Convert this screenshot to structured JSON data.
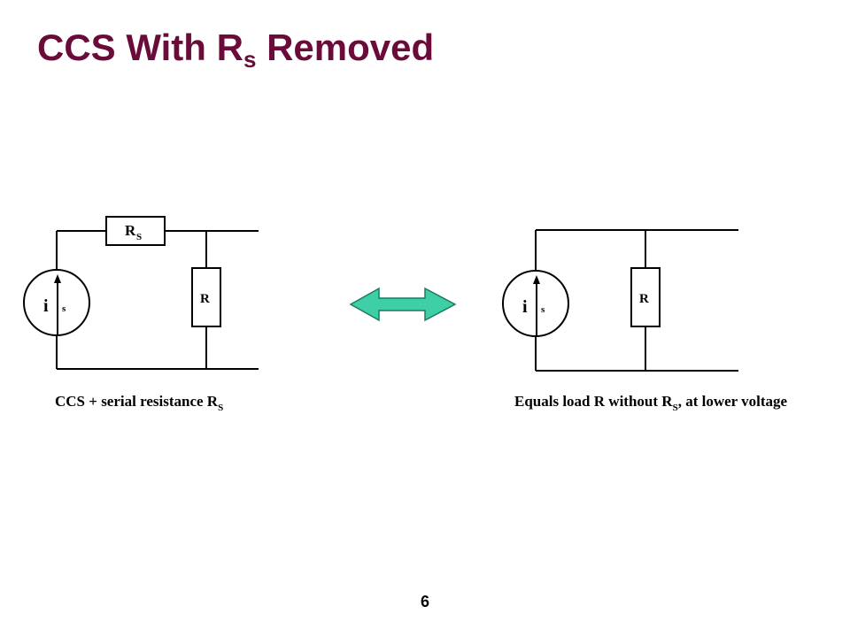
{
  "slide": {
    "title_main": "CCS With R",
    "title_sub": "s",
    "title_end": " Removed",
    "page_number": "6"
  },
  "left_circuit": {
    "source_label_i": "i",
    "source_label_s": "s",
    "series_resistor_main": "R",
    "series_resistor_sub": "S",
    "load_resistor": "R",
    "caption_main": "CCS + serial resistance R",
    "caption_sub": "S"
  },
  "right_circuit": {
    "source_label_i": "i",
    "source_label_s": "s",
    "load_resistor": "R",
    "caption_part1": "Equals load R without R",
    "caption_sub": "S",
    "caption_part2": ", at lower voltage"
  },
  "colors": {
    "title": "#6b0b3a",
    "arrow_fill": "#3ecfa6",
    "arrow_stroke": "#1f7a64"
  },
  "icons": {
    "equivalence": "double-arrow-icon"
  }
}
